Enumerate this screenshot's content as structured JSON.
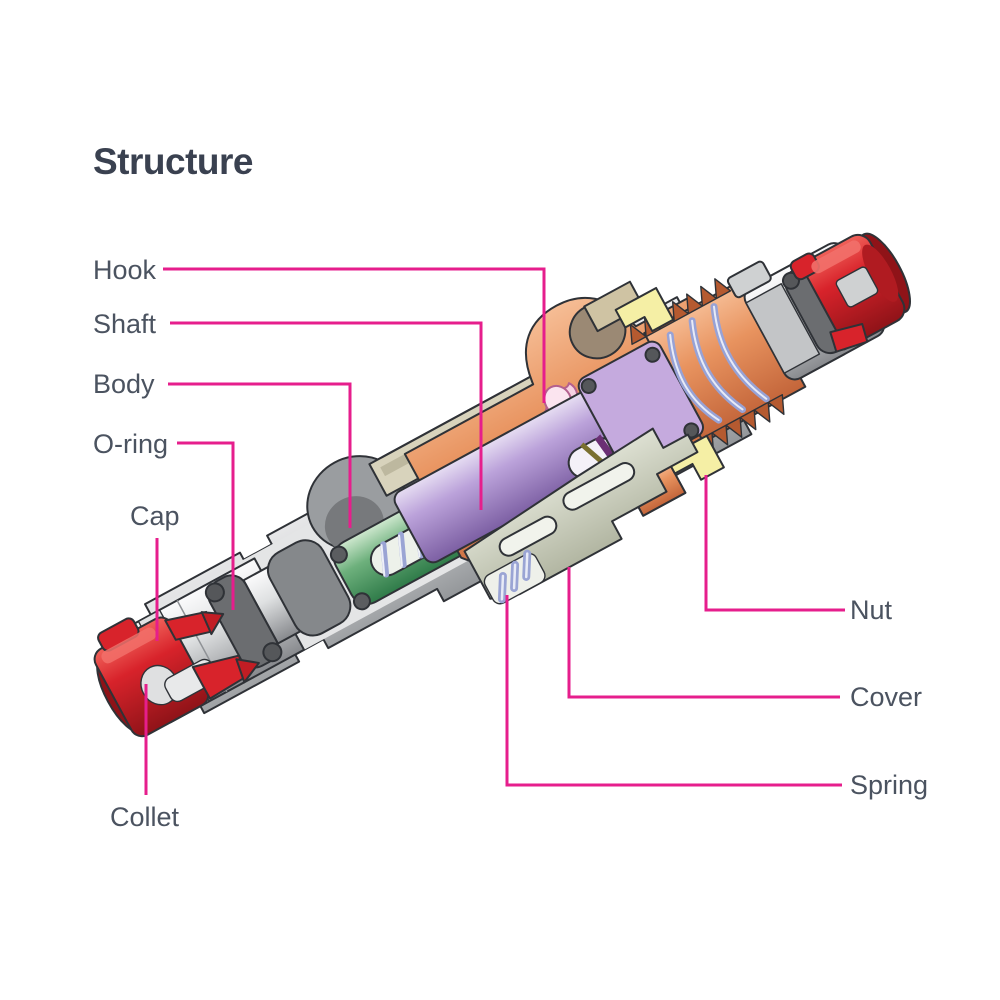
{
  "title": "Structure",
  "parts": {
    "hook": "Hook",
    "shaft": "Shaft",
    "body": "Body",
    "oring": "O-ring",
    "cap": "Cap",
    "collet": "Collet",
    "nut": "Nut",
    "cover": "Cover",
    "spring": "Spring"
  },
  "colors": {
    "accent_pink": "#E61E8C",
    "title_text": "#3A4150",
    "label_text": "#4B5360",
    "metal_gray": "#D6D8D9",
    "body_copper": "#E8935F",
    "shaft_purple": "#B79ED8",
    "sleeve_green": "#6DB07C",
    "collet_red": "#D8232B",
    "oring_dark": "#6B6D70",
    "cover_sage": "#CDD1C0",
    "nut_yellow": "#F5EFA5",
    "hook_pink": "#F6D2E3",
    "spring_blue": "#97A2D6",
    "sleeve_tan": "#D8D3BC"
  }
}
